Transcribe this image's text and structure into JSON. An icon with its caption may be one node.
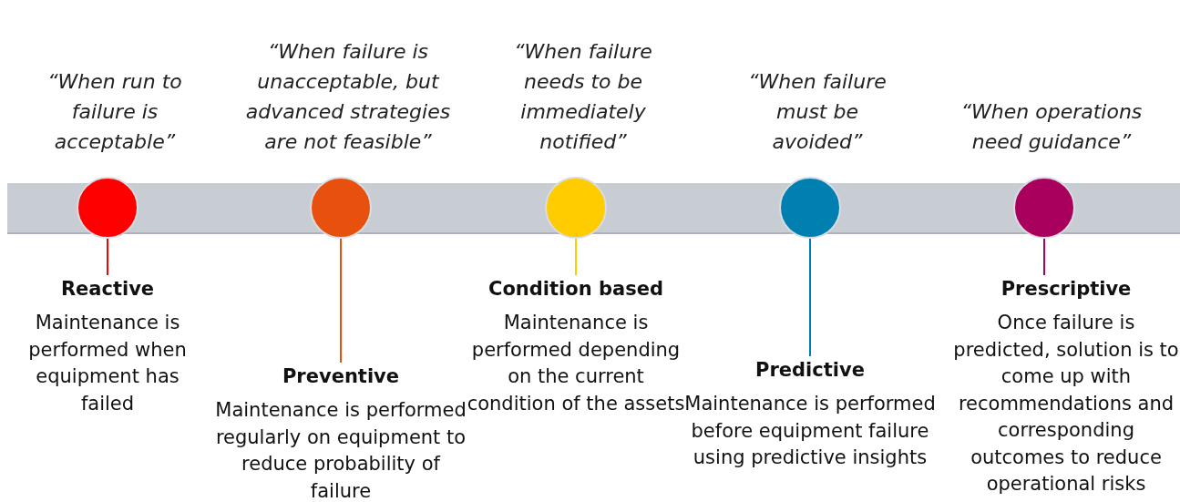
{
  "diagram": {
    "nodes": [
      {
        "text": [],
        "shape": "circle",
        "beside": [
          "“When run to failure is acceptable”"
        ]
      },
      {
        "text": [
          "Reactive",
          "Maintenance is performed when equipment has failed"
        ]
      },
      {
        "text": [],
        "shape": "circle",
        "beside": [
          "“When failure is unacceptable, but advanced strategies are not feasible”"
        ]
      },
      {
        "text": [
          "Preventive",
          "Maintenance is performed regularly on equipment to reduce probability of failure"
        ]
      },
      {
        "text": [],
        "shape": "circle",
        "beside": [
          "“When failure needs to be immediately notified”"
        ]
      },
      {
        "text": [
          "Condition based",
          "Maintenance is performed depending on the current condition of the assets"
        ]
      },
      {
        "text": [],
        "shape": "circle",
        "beside": [
          "“When failure must be avoided”"
        ]
      },
      {
        "text": [
          "Predictive",
          "Maintenance is performed before equipment failure using predictive insights"
        ]
      },
      {
        "text": [],
        "shape": "circle",
        "beside": [
          "“When operations need guidance”"
        ]
      },
      {
        "text": [
          "Prescriptive",
          "Once failure is predicted, solution is to come up with recommendations and corresponding outcomes to reduce operational risks"
        ]
      }
    ],
    "edges": [
      {
        "from": 0,
        "to": 1,
        "arrow": "none",
        "color": "#ff0000"
      },
      {
        "from": 2,
        "to": 3,
        "arrow": "none",
        "color": "#e8500e"
      },
      {
        "from": 4,
        "to": 5,
        "arrow": "none",
        "color": "#ffcc00"
      },
      {
        "from": 6,
        "to": 7,
        "arrow": "none",
        "color": "#0080b0"
      },
      {
        "from": 8,
        "to": 9,
        "arrow": "none",
        "color": "#a8005c"
      }
    ]
  }
}
